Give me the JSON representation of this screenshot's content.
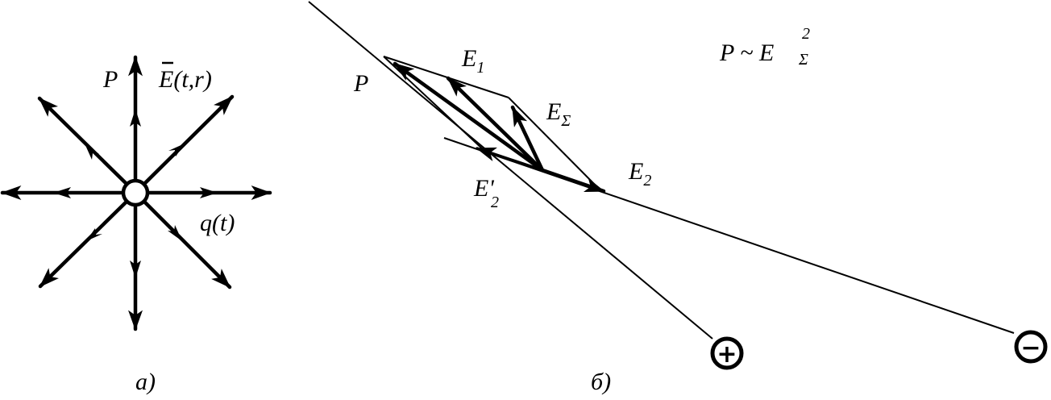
{
  "figure_a": {
    "point_label": "P",
    "field_label": "E",
    "field_args": "(t,r)",
    "charge_label": "q(t)",
    "caption": "а)"
  },
  "figure_b": {
    "point_label": "P",
    "e1_label": "E",
    "e1_sub": "1",
    "esum_label": "E",
    "esum_sub": "Σ",
    "e2_label": "E",
    "e2_sub": "2",
    "e2p_label": "E",
    "e2p_prime": "'",
    "e2p_sub": "2",
    "formula_left": "P ~ E",
    "formula_sup": "2",
    "formula_sub": "Σ",
    "plus_symbol": "+",
    "minus_symbol": "−",
    "caption": "б)"
  }
}
